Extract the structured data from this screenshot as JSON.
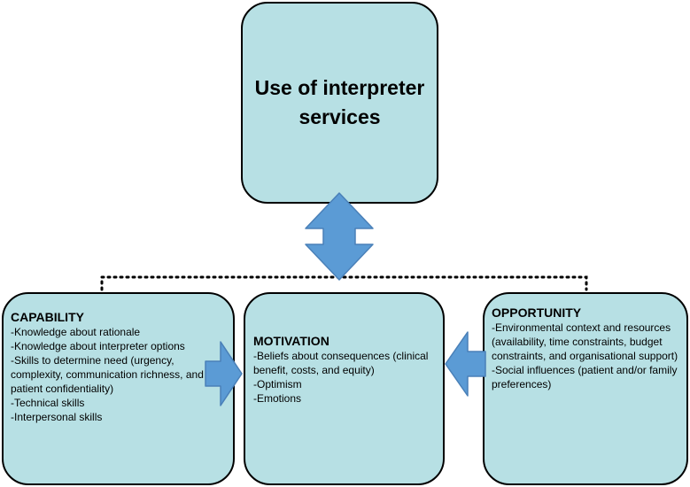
{
  "top": {
    "title": "Use of interpreter services"
  },
  "capability": {
    "title": "CAPABILITY",
    "items": [
      "-Knowledge about rationale",
      "-Knowledge about interpreter options",
      "-Skills to determine need (urgency, complexity, communication richness, and patient confidentiality)",
      "-Technical skills",
      "-Interpersonal skills"
    ]
  },
  "motivation": {
    "title": "MOTIVATION",
    "items": [
      "-Beliefs about consequences (clinical benefit, costs, and equity)",
      "-Optimism",
      "-Emotions"
    ]
  },
  "opportunity": {
    "title": "OPPORTUNITY",
    "items": [
      "-Environmental context and resources (availability, time constraints, budget constraints, and organisational support)",
      "-Social influences (patient and/or family preferences)"
    ]
  },
  "colors": {
    "box_fill": "#b7e0e4",
    "arrow_fill": "#5b9bd5",
    "arrow_stroke": "#4a80b8",
    "outline": "#000000"
  }
}
